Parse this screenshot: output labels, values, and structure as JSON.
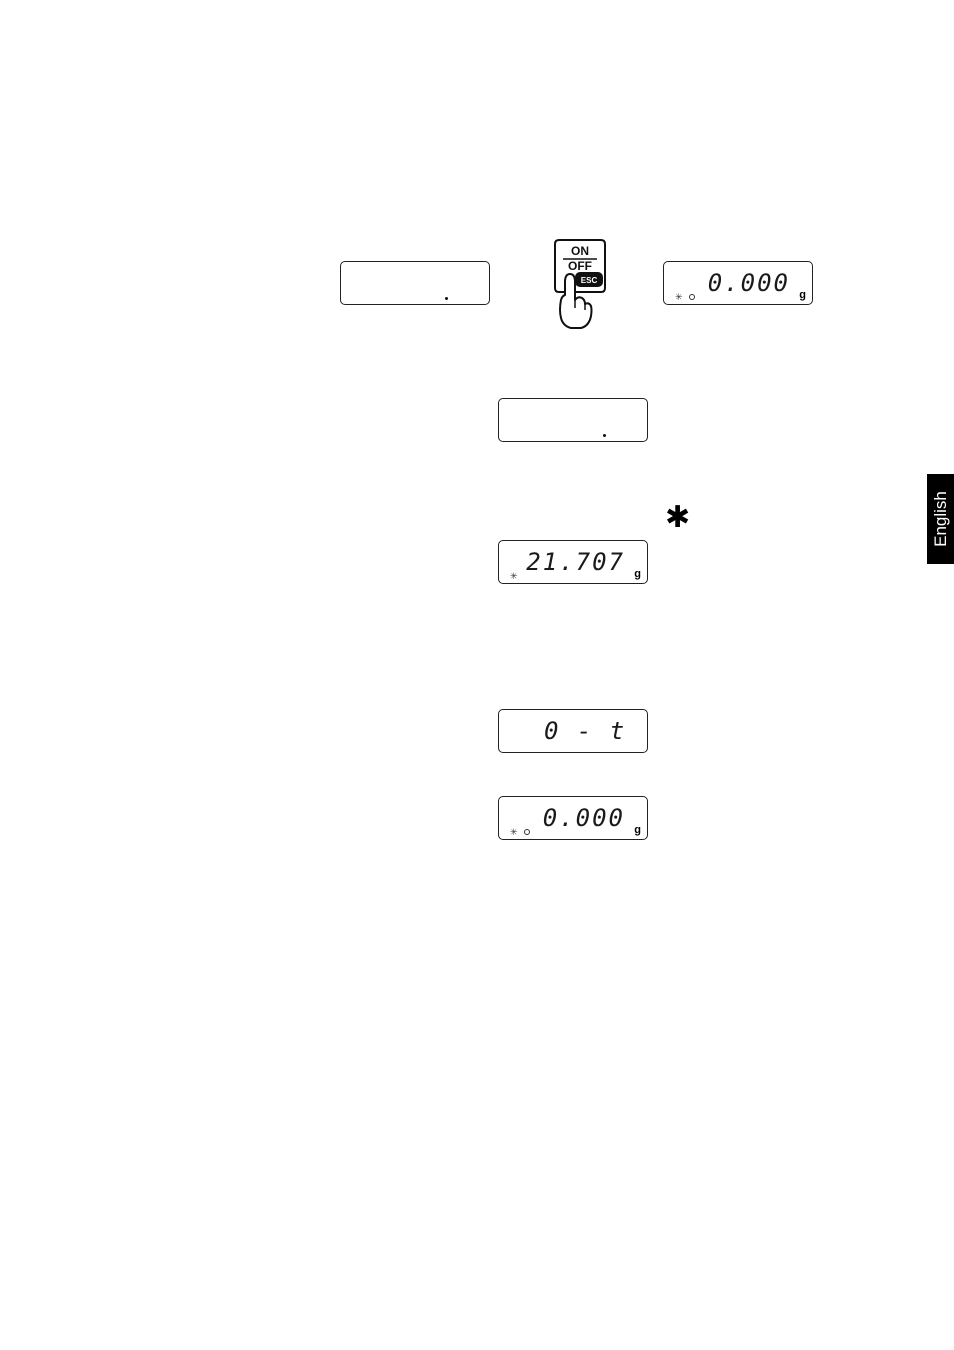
{
  "displays": {
    "blank_initial": {
      "digits": ""
    },
    "tare_result": {
      "digits": "0.000",
      "unit": "g"
    },
    "blank_mid": {
      "digits": ""
    },
    "weight": {
      "digits": "21.707",
      "unit": "g"
    },
    "tare_message": {
      "digits": "0 - t"
    },
    "final_zero": {
      "digits": "0.000",
      "unit": "g"
    }
  },
  "key": {
    "label_top": "ON",
    "label_bottom": "OFF",
    "label_esc": "ESC",
    "icon": "finger-press-icon"
  },
  "stability_marker": "✱",
  "language_tab": "English"
}
